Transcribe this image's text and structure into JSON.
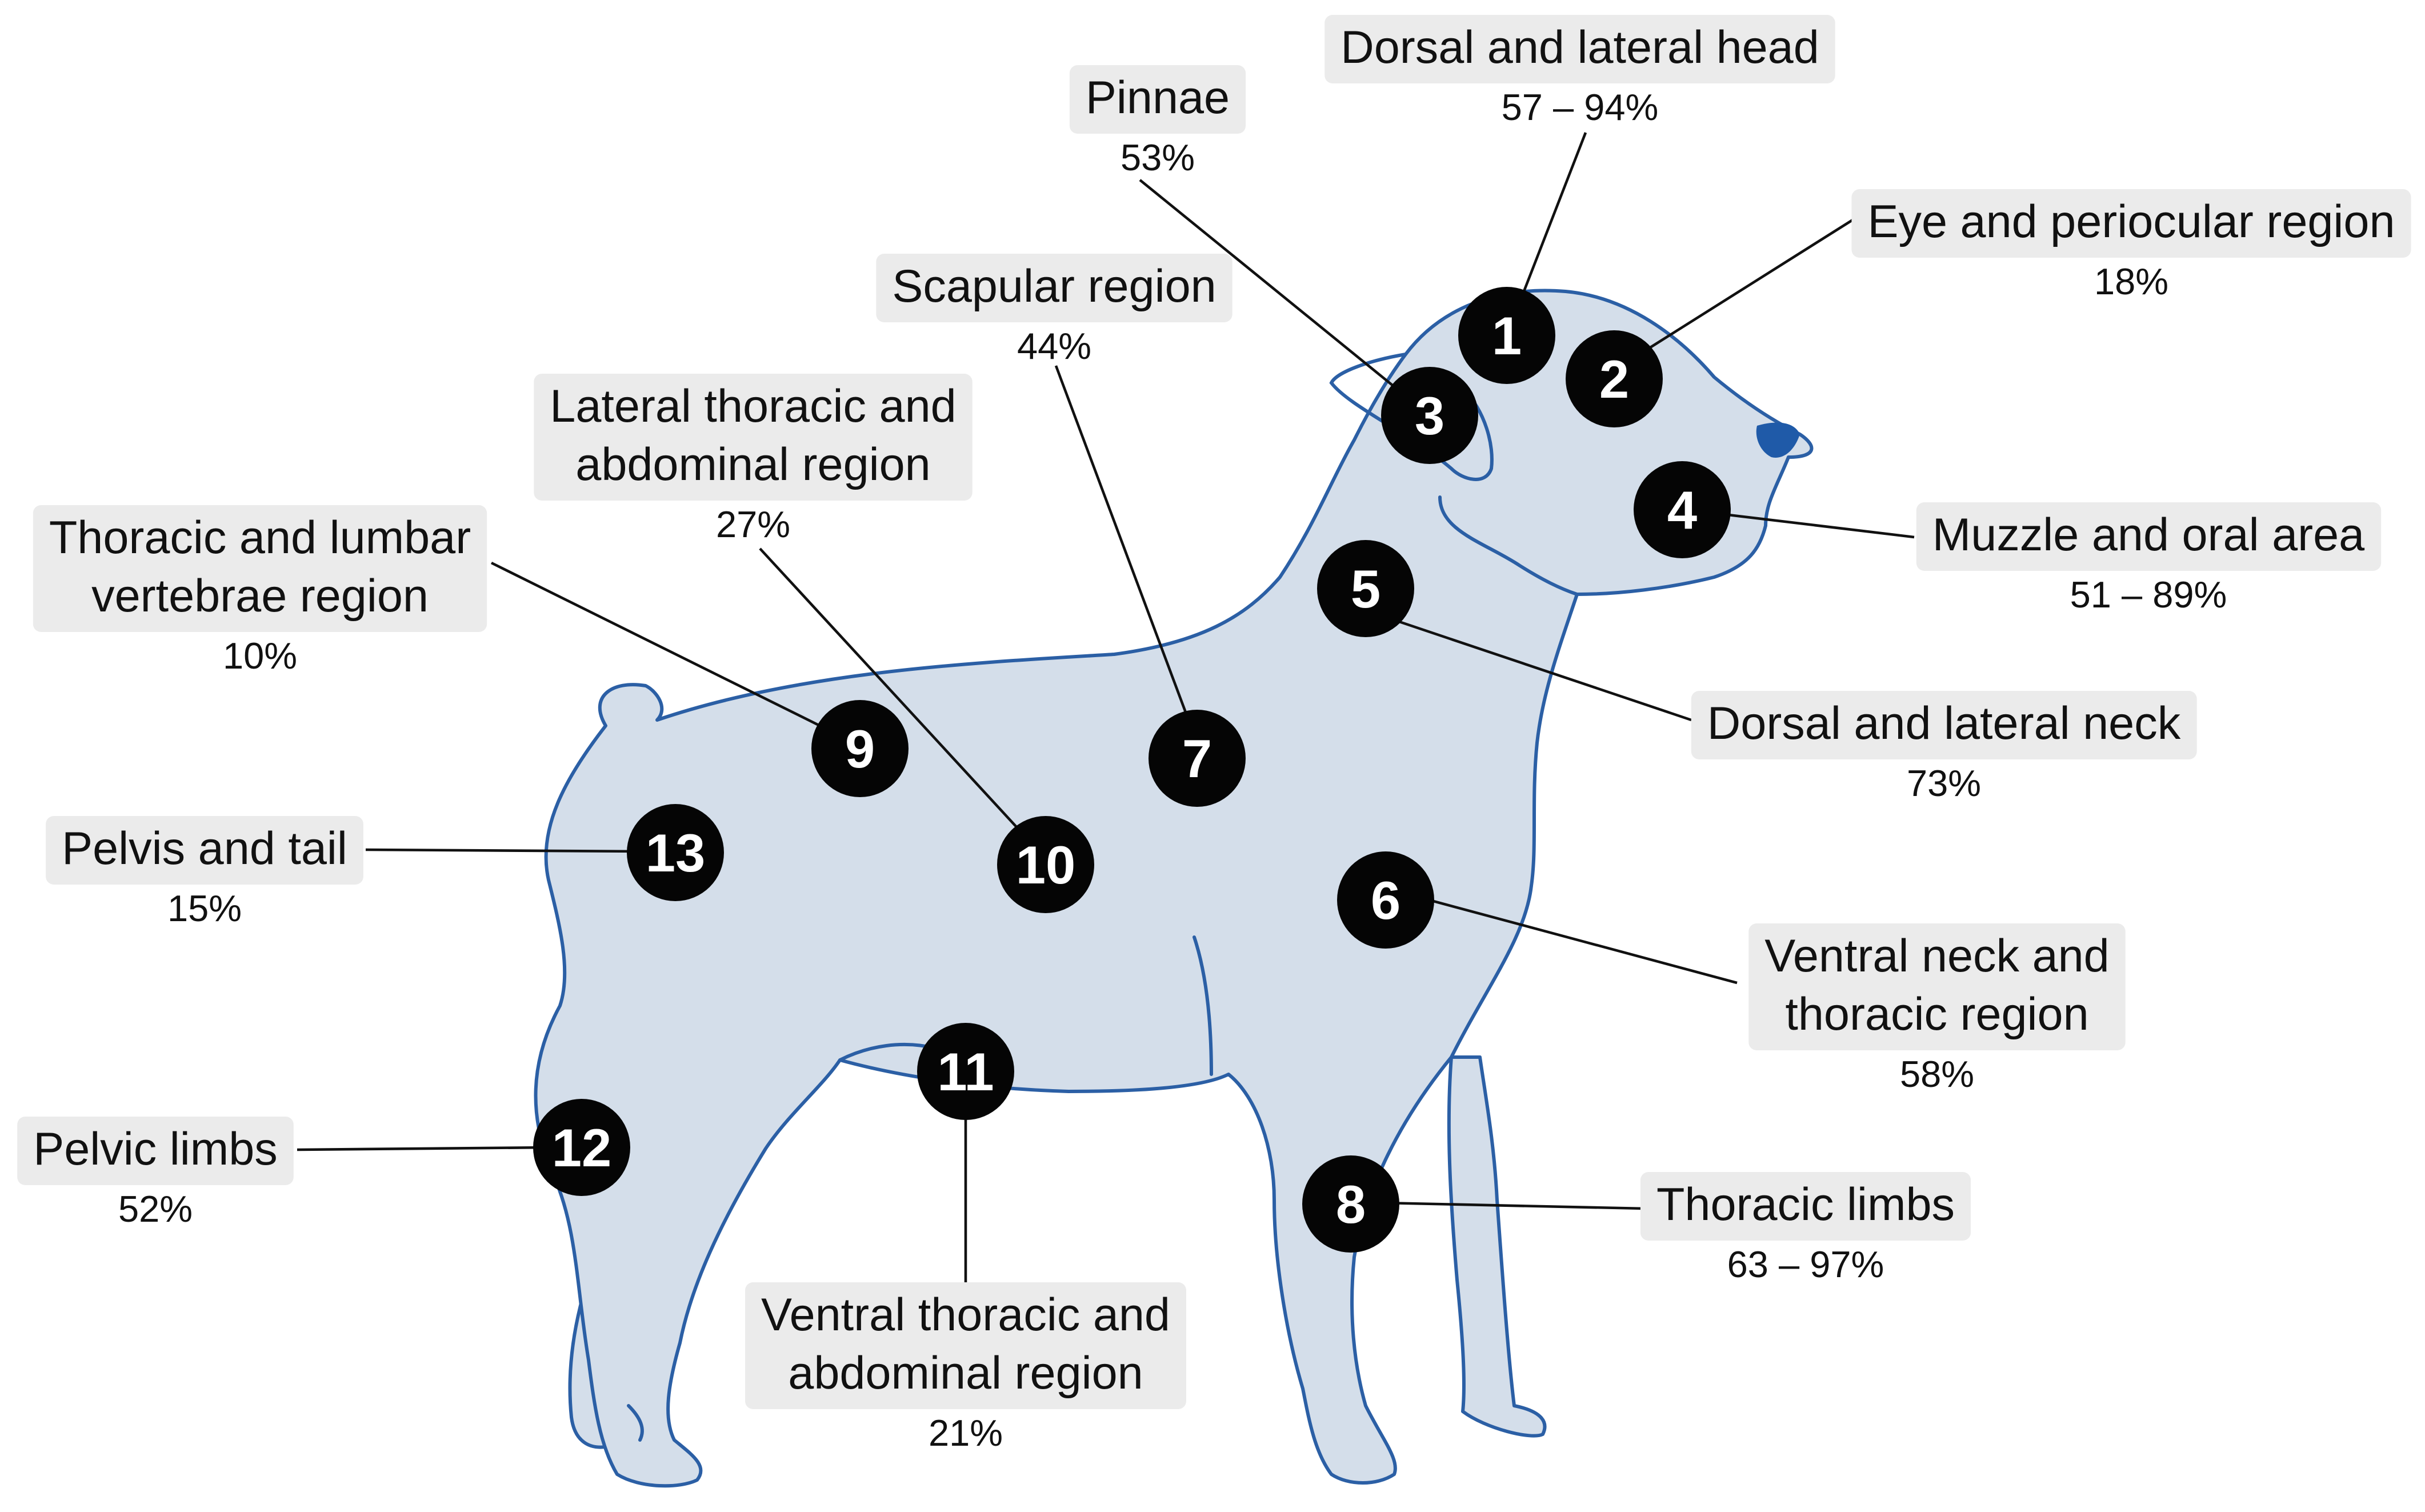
{
  "regions": [
    {
      "num": "1",
      "title": [
        "Dorsal and lateral head"
      ],
      "pct": "57 – 94%"
    },
    {
      "num": "2",
      "title": [
        "Eye and periocular region"
      ],
      "pct": "18%"
    },
    {
      "num": "3",
      "title": [
        "Pinnae"
      ],
      "pct": "53%"
    },
    {
      "num": "4",
      "title": [
        "Muzzle and oral area"
      ],
      "pct": "51 – 89%"
    },
    {
      "num": "5",
      "title": [
        "Dorsal and lateral neck"
      ],
      "pct": "73%"
    },
    {
      "num": "6",
      "title": [
        "Ventral neck and",
        "thoracic region"
      ],
      "pct": "58%"
    },
    {
      "num": "7",
      "title": [
        "Scapular region"
      ],
      "pct": "44%"
    },
    {
      "num": "8",
      "title": [
        "Thoracic limbs"
      ],
      "pct": "63 – 97%"
    },
    {
      "num": "9",
      "title": [
        "Thoracic and lumbar",
        "vertebrae region"
      ],
      "pct": "10%"
    },
    {
      "num": "10",
      "title": [
        "Lateral thoracic and",
        "abdominal region"
      ],
      "pct": "27%"
    },
    {
      "num": "11",
      "title": [
        "Ventral thoracic and",
        "abdominal region"
      ],
      "pct": "21%"
    },
    {
      "num": "12",
      "title": [
        "Pelvic limbs"
      ],
      "pct": "52%"
    },
    {
      "num": "13",
      "title": [
        "Pelvis and tail"
      ],
      "pct": "15%"
    }
  ],
  "colors": {
    "body_fill": "#d4deea",
    "body_outline": "#2b5fa5",
    "nose": "#1f5aa8",
    "marker": "#050505",
    "label_box": "#ebebeb"
  }
}
